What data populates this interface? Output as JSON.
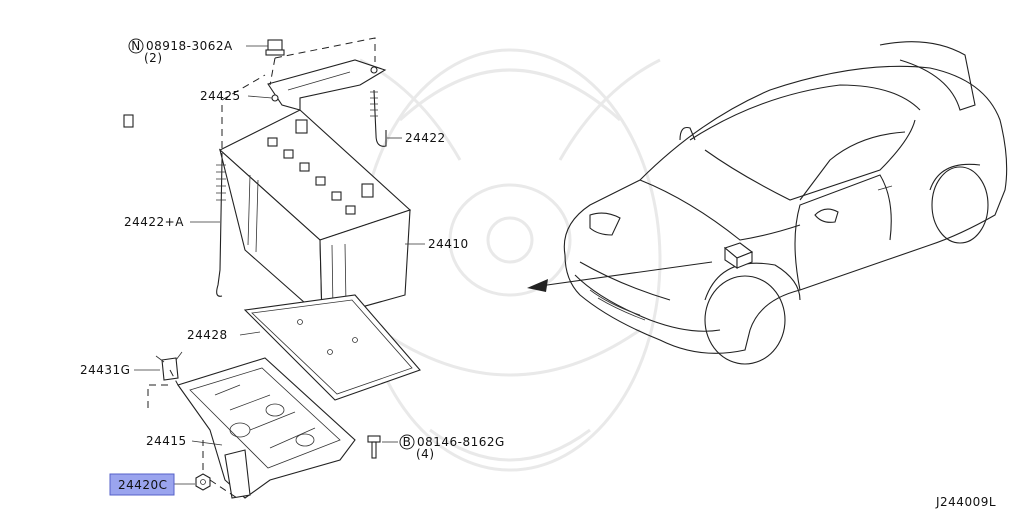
{
  "diagram": {
    "code": "J244009L",
    "highlight_color": "#9aa4ee",
    "labels": {
      "nut_spec": "08918-3062A",
      "nut_qty": "(2)",
      "nut_prefix": "N",
      "bracket": "24425",
      "rod_right": "24422",
      "rod_left": "24422+A",
      "battery": "24410",
      "tray_cover": "24428",
      "clip": "24431G",
      "tray": "24415",
      "highlighted": "24420C",
      "bolt_spec": "08146-8162G",
      "bolt_qty": "(4)",
      "bolt_prefix": "B"
    }
  }
}
